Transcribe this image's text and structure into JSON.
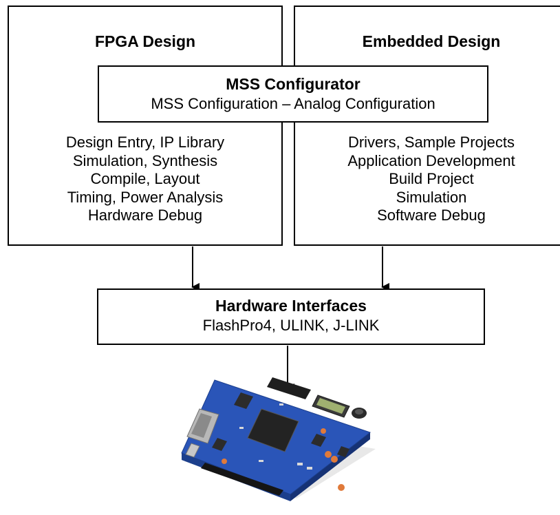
{
  "fpga": {
    "title": "FPGA Design",
    "items": [
      "Design Entry, IP Library",
      "Simulation, Synthesis",
      "Compile, Layout",
      "Timing, Power Analysis",
      "Hardware Debug"
    ]
  },
  "embedded": {
    "title": "Embedded Design",
    "items": [
      "Drivers, Sample Projects",
      "Application Development",
      "Build Project",
      "Simulation",
      "Software Debug"
    ]
  },
  "mss": {
    "title": "MSS Configurator",
    "subtitle": "MSS Configuration – Analog Configuration"
  },
  "hardware": {
    "title": "Hardware Interfaces",
    "subtitle": "FlashPro4, ULINK, J-LINK"
  },
  "colors": {
    "line": "#000000",
    "board_pcb": "#2a55b8",
    "board_edge": "#1c3f8c"
  },
  "icons": {
    "board": "development-board-photo"
  }
}
